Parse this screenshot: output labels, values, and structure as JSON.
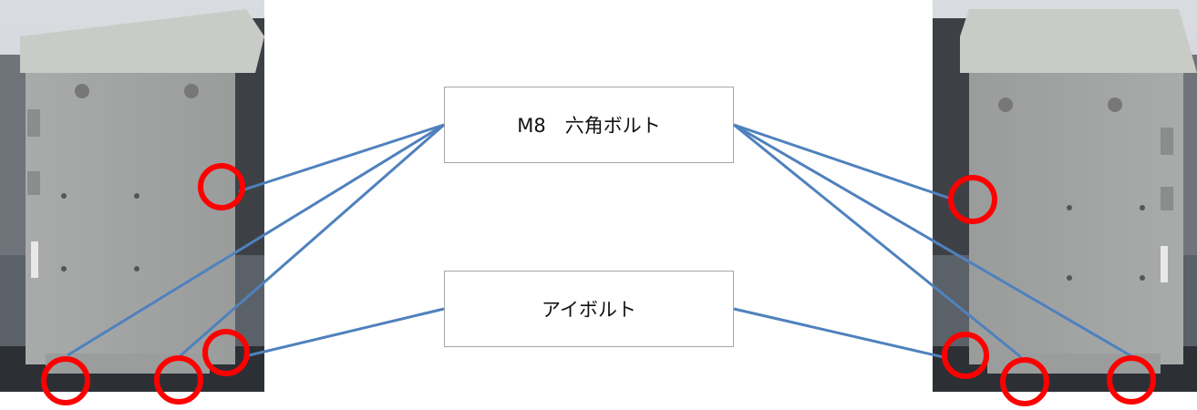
{
  "labels": {
    "hex_bolt": "M8　六角ボルト",
    "eye_bolt": "アイボルト"
  },
  "colors": {
    "leader_line": "#4f81bd",
    "marker_circle": "#ff0000",
    "box_border": "#a6a6a6"
  },
  "images": [
    {
      "name": "unit-left-side-photo"
    },
    {
      "name": "unit-right-side-photo"
    }
  ]
}
